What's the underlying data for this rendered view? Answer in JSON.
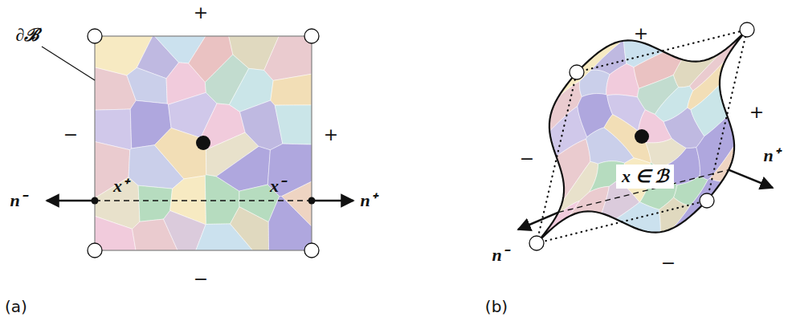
{
  "diagram": {
    "nodes": [
      {
        "text": [
          "x ∈ ℬ"
        ]
      }
    ],
    "labels": [
      "+",
      "∂ℬ",
      "−",
      "+",
      "x⁺",
      "x⁻",
      "n⁻",
      "n⁺",
      "−",
      "(a)",
      "+",
      "−",
      "+",
      "n⁻",
      "n⁺",
      "−",
      "(b)"
    ]
  }
}
